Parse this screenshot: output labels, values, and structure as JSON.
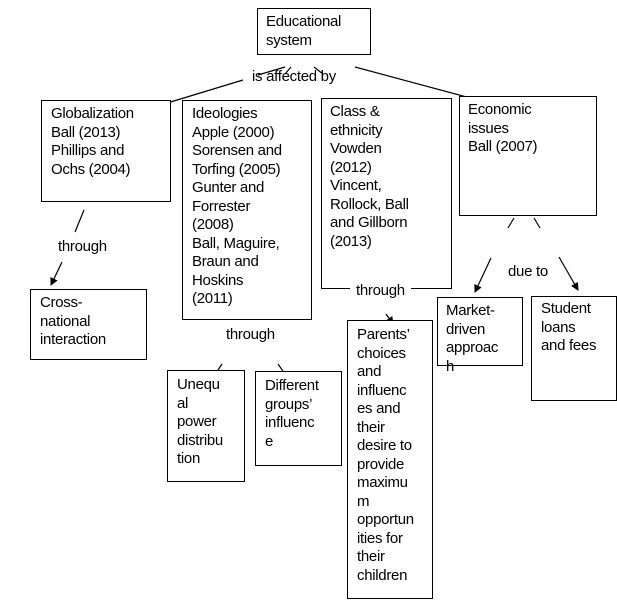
{
  "root": {
    "text": "Educational\nsystem"
  },
  "connector_top": "is affected by",
  "factors": [
    {
      "id": "globalization",
      "text": "Globalization\nBall (2013)\nPhillips and\nOchs (2004)"
    },
    {
      "id": "ideologies",
      "text": "Ideologies\nApple (2000)\nSorensen and\nTorfing (2005)\nGunter and\nForrester\n(2008)\nBall, Maguire,\nBraun and\nHoskins\n(2011)"
    },
    {
      "id": "class",
      "text": "Class &\nethnicity\nVowden\n(2012)\nVincent,\nRollock, Ball\nand Gillborn\n(2013)"
    },
    {
      "id": "economic",
      "text": "Economic\nissues\nBall (2007)"
    }
  ],
  "connectors": {
    "globalization": "through",
    "ideologies": "through",
    "class": "through",
    "economic": "due to"
  },
  "outcomes": {
    "cross_national": "Cross-\nnational\ninteraction",
    "unequal_power": "Unequ\nal\npower\ndistribu\ntion",
    "different_groups": "Different\ngroups’\ninfluenc\ne",
    "parents_choices": "Parents’\nchoices\nand\ninfluenc\nes and\ntheir\ndesire to\nprovide\nmaximu\nm\nopportun\nities for\ntheir\nchildren",
    "market_driven": "Market-\ndriven\napproac\nh",
    "student_loans": "Student\nloans\nand fees"
  }
}
